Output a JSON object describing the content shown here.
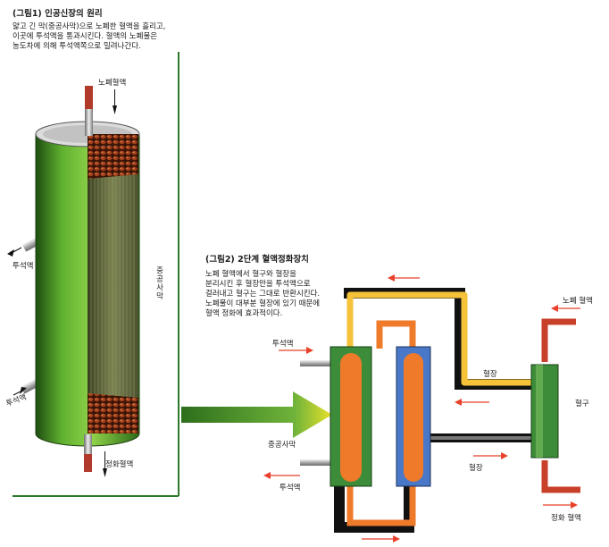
{
  "figure1": {
    "title": "(그림1) 인공신장의 원리",
    "desc": [
      "얇고 긴 막(중공사막)으로 노폐한 혈액을 흘리고,",
      "이곳에 투석액을 통과시킨다. 혈액의 노폐물은",
      "농도차에 의해 투석액쪽으로 밀려나간다."
    ],
    "labels": {
      "blood_in": "노폐혈액",
      "dialysate_out": "투석액",
      "dialysate_in": "투석액",
      "fiber": "중공사막",
      "blood_out": "정화혈액"
    }
  },
  "figure2": {
    "title": "(그림2) 2단계 혈액정화장치",
    "desc": [
      "노폐 혈액에서 혈구와 혈장을",
      "분리시킨 후 혈장만을 투석액으로",
      "걸러내고 혈구는 그대로 반환시킨다.",
      "노폐물이 대부분 혈장에 있기 때문에",
      "혈액 정화에 효과적이다."
    ],
    "labels": {
      "dirty_blood": "노폐 혈액",
      "dialysate_in": "투석액",
      "plasma_top": "혈장",
      "blood_cells": "혈구",
      "fiber": "중공사막",
      "plasma_bottom": "혈장",
      "dialysate_out": "투석액",
      "clean_blood": "정화 혈액"
    }
  },
  "colors": {
    "cylinder_green": "#3f8a1f",
    "fiber_olive": "#5f6a3a",
    "blood_dots": "#7a2a14",
    "arrow_red": "#e8402a",
    "pipe_orange": "#ee7a2a",
    "pipe_yellow": "#f5c23a",
    "pipe_red": "#c8402a",
    "box_green": "#3d8c3a",
    "box_blue": "#4a78c8",
    "frame_green": "#2d7a2d"
  }
}
